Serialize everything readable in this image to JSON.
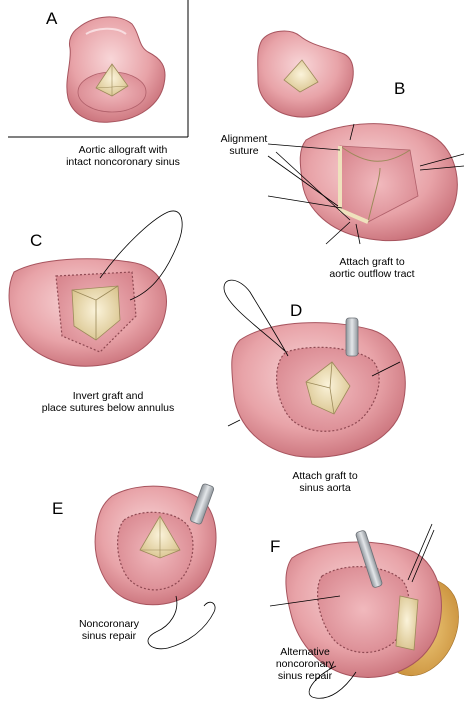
{
  "panels": {
    "a": {
      "letter": "A",
      "caption": [
        "Aortic allograft with",
        "intact noncoronary sinus"
      ]
    },
    "b": {
      "letter": "B",
      "caption": [
        "Attach graft to",
        "aortic outflow tract"
      ],
      "callout": [
        "Alignment",
        "suture"
      ]
    },
    "c": {
      "letter": "C",
      "caption": [
        "Invert graft and",
        "place sutures below annulus"
      ]
    },
    "d": {
      "letter": "D",
      "caption": [
        "Attach graft to",
        "sinus aorta"
      ]
    },
    "e": {
      "letter": "E",
      "caption": [
        "Noncoronary",
        "sinus repair"
      ]
    },
    "f": {
      "letter": "F",
      "caption": [
        "Alternative",
        "noncoronary",
        "sinus repair"
      ]
    }
  },
  "colors": {
    "tissue": "#e8a3a8",
    "tissue_dark": "#c86f78",
    "tissue_light": "#f6d0d2",
    "leaflet": "#efe2bd",
    "fat": "#e0b25a",
    "instrument": "#b9bec4"
  }
}
